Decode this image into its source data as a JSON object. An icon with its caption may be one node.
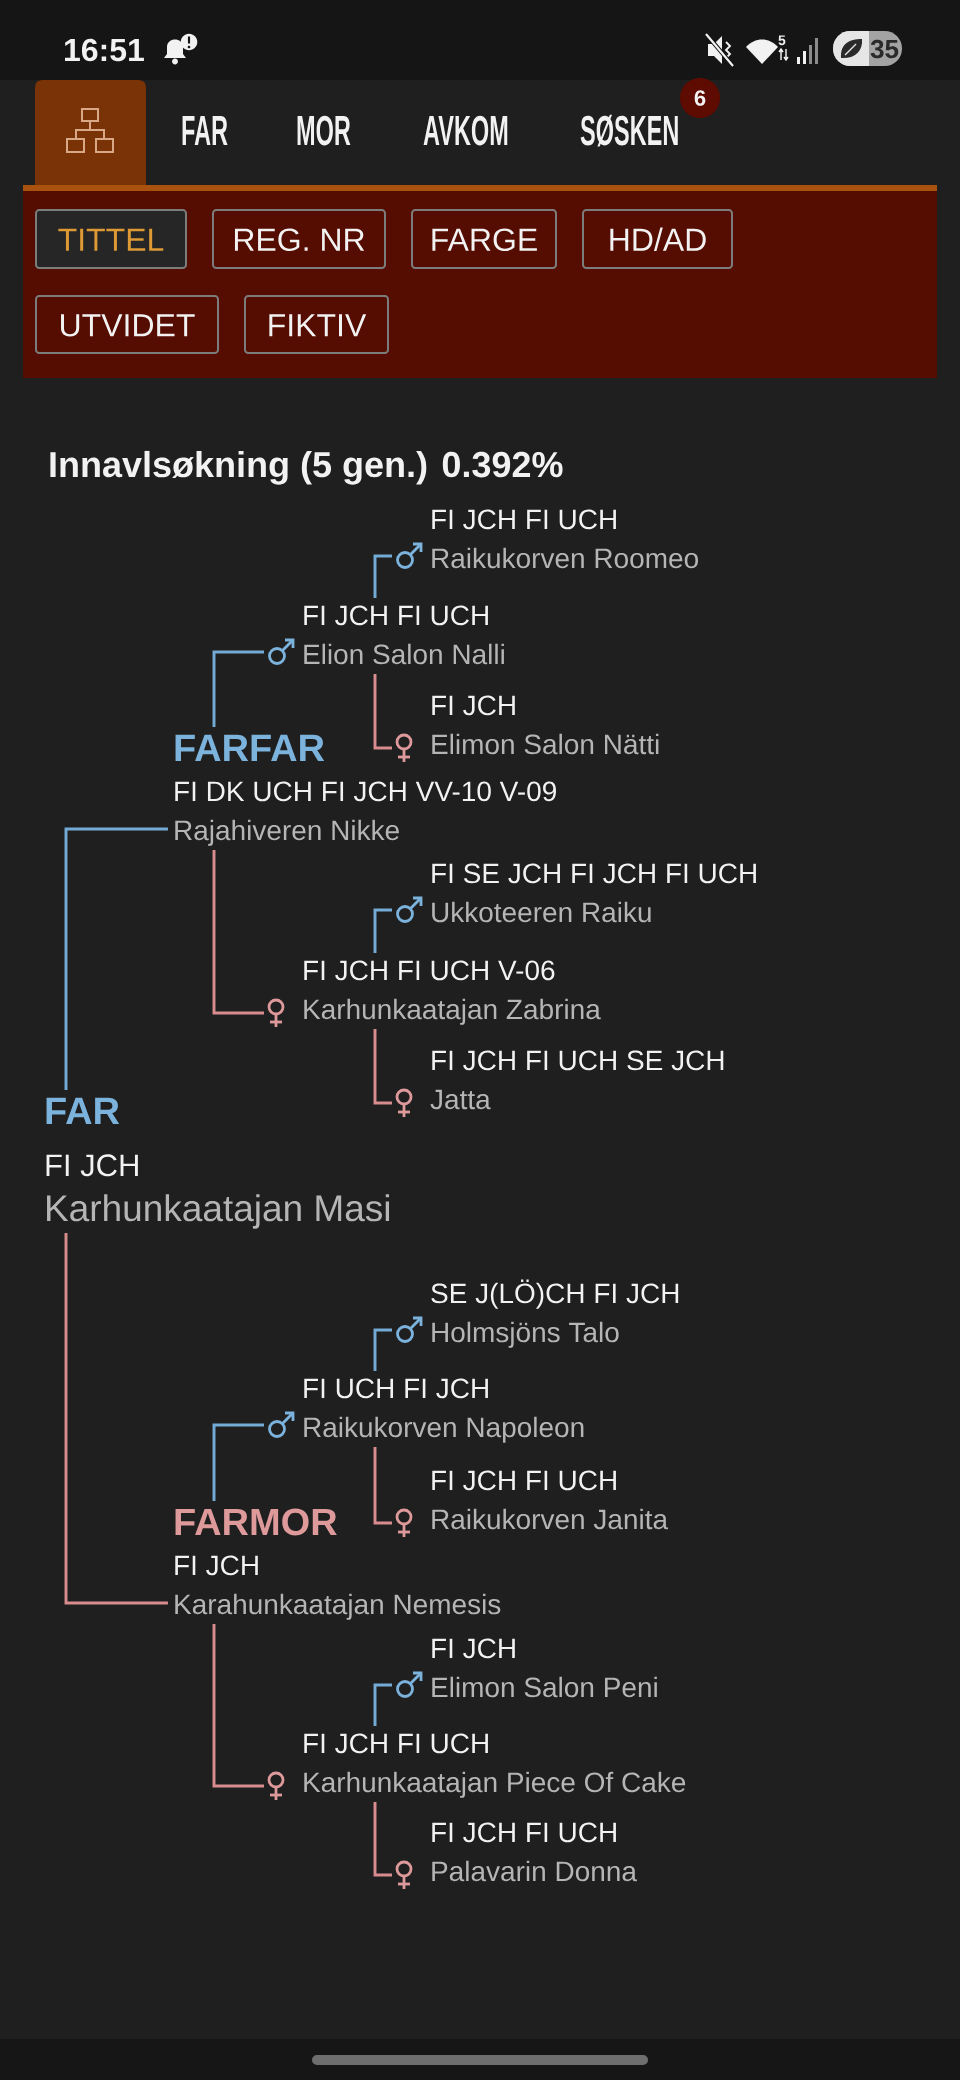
{
  "diagram": {
    "title": "Innavlsøkning (5 gen.) 0.392%",
    "nodes": [
      {
        "text": [
          "35"
        ]
      },
      {
        "text": [
          "6"
        ]
      },
      {
        "text": [],
        "shape": "box"
      },
      {
        "text": [
          "TITTEL"
        ],
        "in": 2
      },
      {
        "text": [
          "REG. NR"
        ],
        "in": 2
      },
      {
        "text": [
          "FARGE"
        ],
        "in": 2
      },
      {
        "text": [
          "HD/AD"
        ],
        "in": 2
      },
      {
        "text": [
          "UTVIDET"
        ],
        "in": 2
      },
      {
        "text": [
          "FIKTIV"
        ],
        "in": 2
      },
      {
        "text": [
          "FI JCH FI UCH",
          "Raikukorven Roomeo"
        ]
      },
      {
        "text": [
          "FI JCH FI UCH",
          "Elion Salon Nalli"
        ]
      },
      {
        "text": [
          "FI JCH",
          "Elimon Salon Nätti"
        ]
      },
      {
        "text": [
          "FARFAR",
          "FI DK UCH FI JCH VV-10 V-09",
          "Rajahiveren Nikke"
        ]
      },
      {
        "text": [
          "FI SE JCH FI JCH FI UCH",
          "Ukkoteeren Raiku"
        ]
      },
      {
        "text": [
          "FI JCH FI UCH V-06",
          "Karhunkaatajan Zabrina"
        ]
      },
      {
        "text": [
          "FI JCH FI UCH SE JCH",
          "Jatta"
        ]
      },
      {
        "text": [
          "FAR",
          "FI JCH",
          "Karhunkaatajan Masi"
        ]
      },
      {
        "text": [
          "SE J(LÖ)CH FI JCH",
          "Holmsjöns Talo"
        ]
      },
      {
        "text": [
          "FI UCH FI JCH",
          "Raikukorven Napoleon"
        ]
      },
      {
        "text": [
          "FI JCH FI UCH",
          "Raikukorven Janita"
        ]
      },
      {
        "text": [
          "FARMOR",
          "FI JCH",
          "Karahunkaatajan Nemesis"
        ]
      },
      {
        "text": [
          "FI JCH",
          "Elimon Salon Peni"
        ]
      },
      {
        "text": [
          "FI JCH FI UCH",
          "Karhunkaatajan Piece Of Cake"
        ]
      },
      {
        "text": [
          "FI JCH FI UCH",
          "Palavarin Donna"
        ]
      }
    ],
    "edges": [
      {
        "from": 16,
        "to": 12,
        "arrow": "none",
        "color": "#74abd6"
      },
      {
        "from": 16,
        "to": 20,
        "arrow": "none",
        "color": "#d98c8e"
      },
      {
        "from": 12,
        "to": 10,
        "arrow": "none",
        "color": "#74abd6"
      },
      {
        "from": 12,
        "to": 14,
        "arrow": "none",
        "color": "#d98c8e"
      },
      {
        "from": 10,
        "to": 9,
        "arrow": "none",
        "color": "#74abd6"
      },
      {
        "from": 10,
        "to": 11,
        "arrow": "none",
        "color": "#d98c8e"
      },
      {
        "from": 14,
        "to": 13,
        "arrow": "none",
        "color": "#74abd6"
      },
      {
        "from": 14,
        "to": 15,
        "arrow": "none",
        "color": "#d98c8e"
      },
      {
        "from": 20,
        "to": 18,
        "arrow": "none",
        "color": "#74abd6"
      },
      {
        "from": 20,
        "to": 22,
        "arrow": "none",
        "color": "#d98c8e"
      },
      {
        "from": 18,
        "to": 17,
        "arrow": "none",
        "color": "#74abd6"
      },
      {
        "from": 18,
        "to": 19,
        "arrow": "none",
        "color": "#d98c8e"
      },
      {
        "from": 22,
        "to": 21,
        "arrow": "none",
        "color": "#74abd6"
      },
      {
        "from": 22,
        "to": 23,
        "arrow": "none",
        "color": "#d98c8e"
      }
    ],
    "labels": [
      "16:51",
      "5",
      "FAR",
      "MOR",
      "AVKOM",
      "SØSKEN"
    ]
  }
}
